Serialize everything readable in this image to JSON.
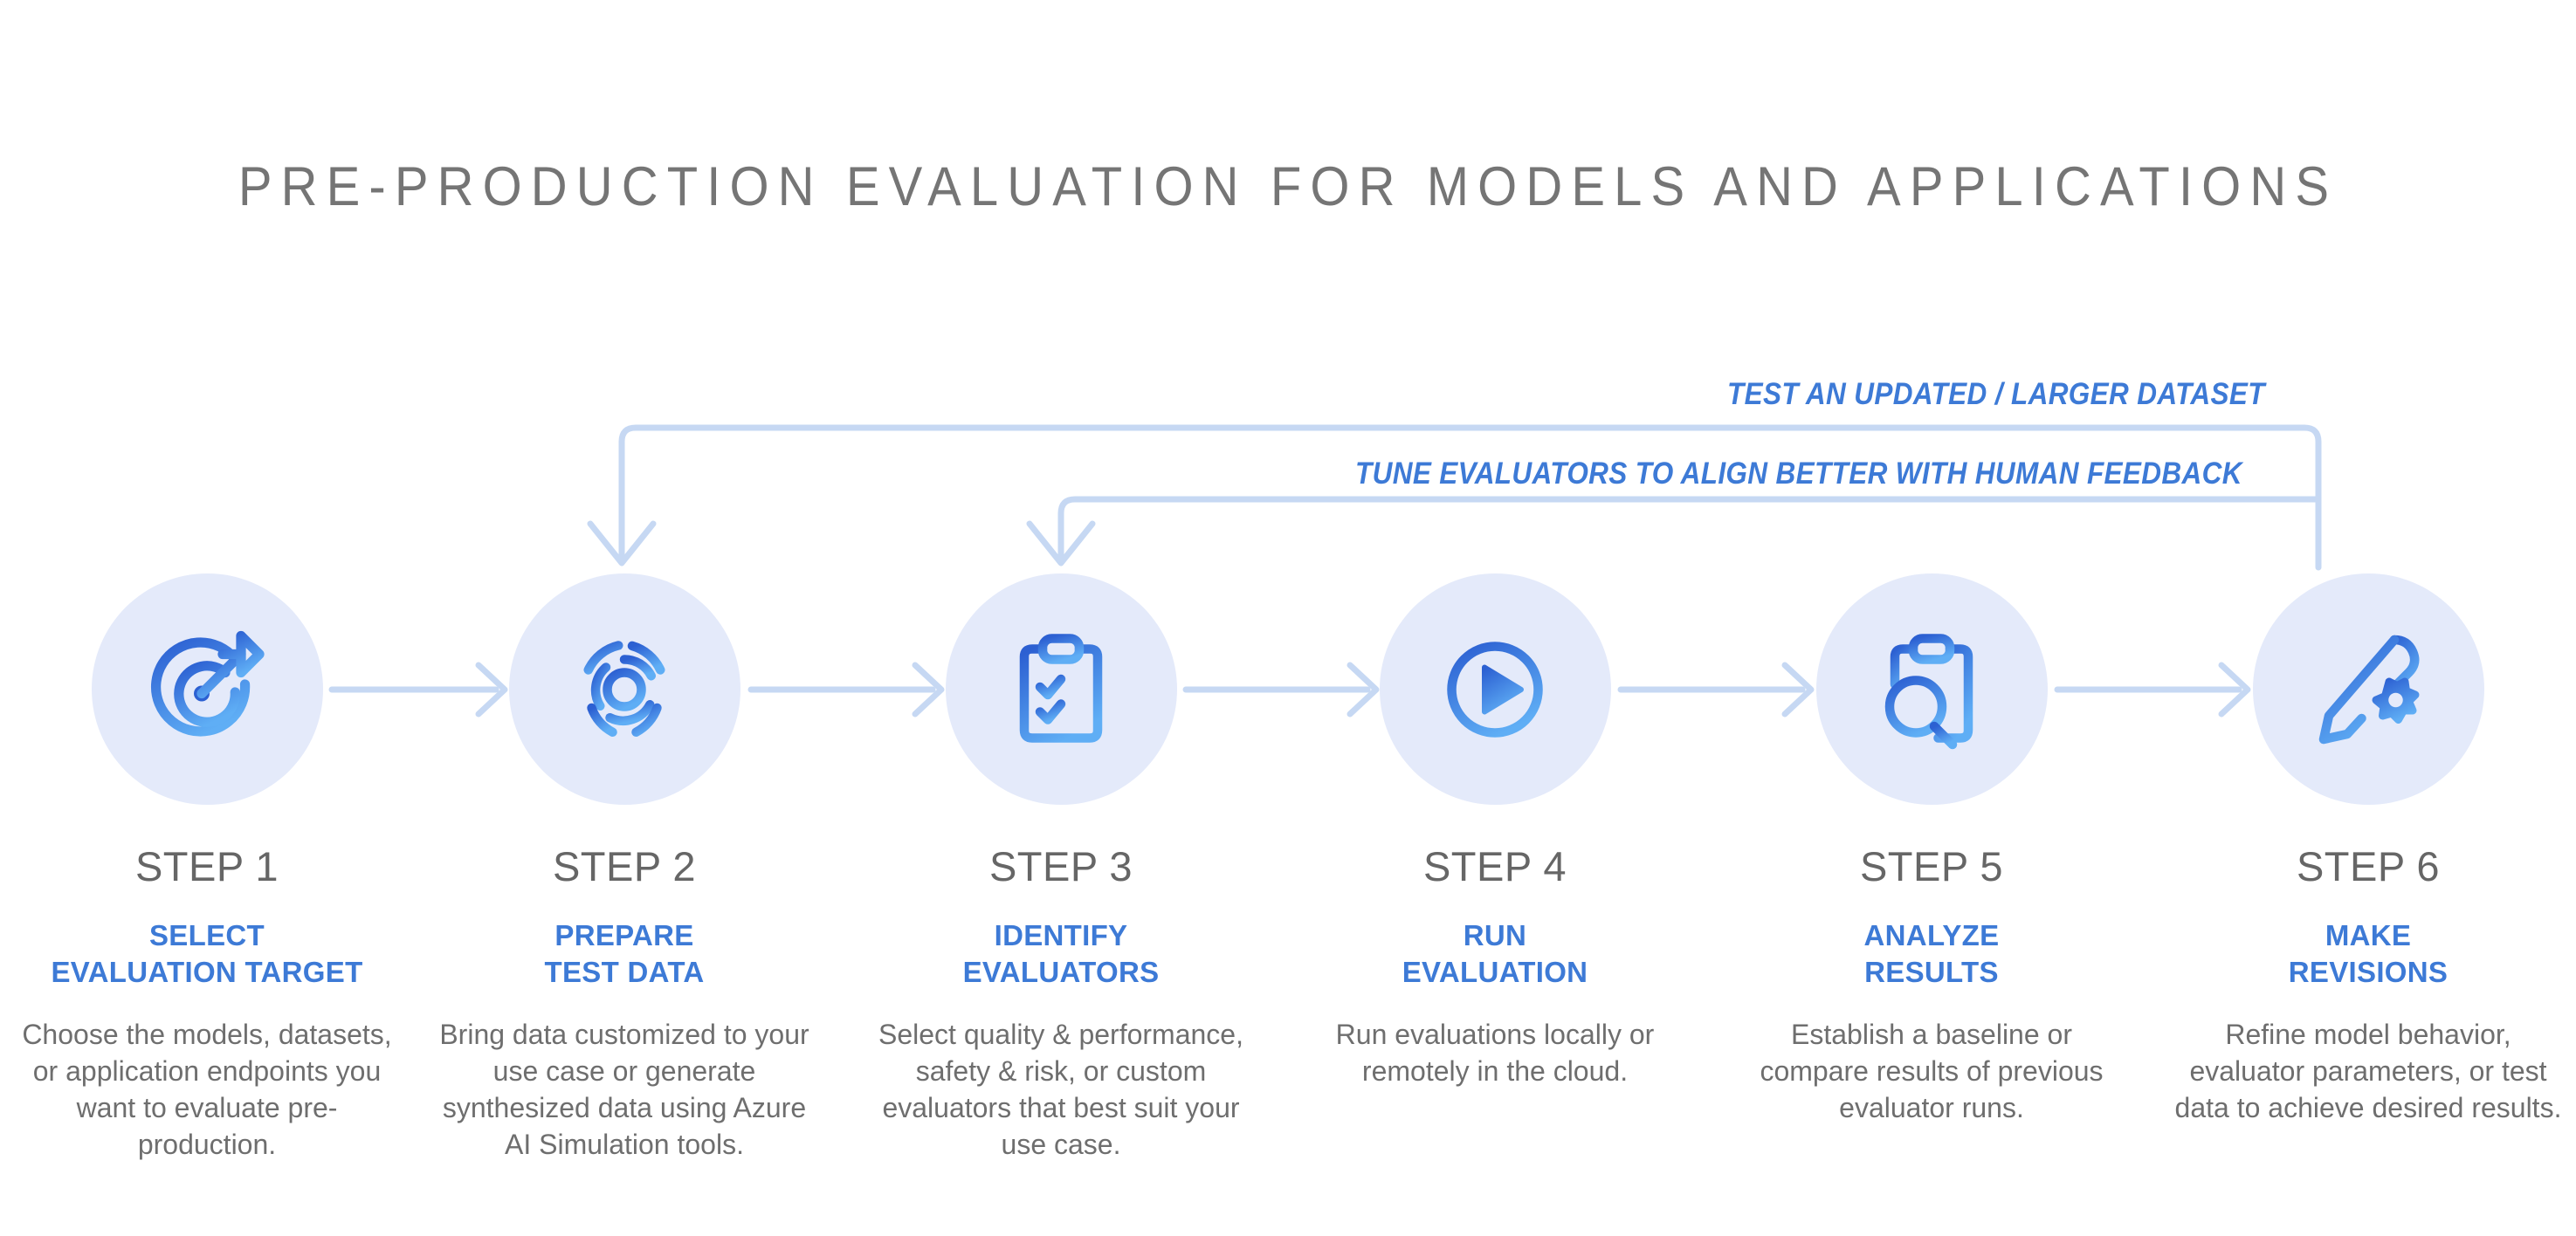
{
  "page": {
    "title": "PRE-PRODUCTION EVALUATION FOR MODELS AND APPLICATIONS",
    "background_color": "#FFFFFF",
    "title_color": "#757575",
    "accent_color": "#3D7AD6",
    "circle_fill": "#E4EAFA",
    "connector_color": "#C6D8F3",
    "icon_gradient_start": "#2B5FD0",
    "icon_gradient_end": "#5FAEF5",
    "body_text_color": "#6E6E6E",
    "step_number_color": "#666666"
  },
  "feedback_loops": [
    {
      "id": "loop-test-dataset",
      "label": "TEST AN UPDATED / LARGER DATASET",
      "from_step": "STEP 6",
      "to_step": "STEP 2"
    },
    {
      "id": "loop-tune-evaluators",
      "label": "TUNE EVALUATORS TO ALIGN BETTER WITH HUMAN FEEDBACK",
      "from_step": "STEP 6",
      "to_step": "STEP 3"
    }
  ],
  "steps": [
    {
      "number": "STEP 1",
      "heading_line1": "SELECT",
      "heading_line2": "EVALUATION TARGET",
      "description": "Choose the models, datasets, or application endpoints you want to evaluate pre-production.",
      "icon": "target-icon"
    },
    {
      "number": "STEP 2",
      "heading_line1": "PREPARE",
      "heading_line2": "TEST DATA",
      "description": "Bring data customized to your use case or generate synthesized data using Azure AI Simulation tools.",
      "icon": "radar-icon"
    },
    {
      "number": "STEP 3",
      "heading_line1": "IDENTIFY",
      "heading_line2": "EVALUATORS",
      "description": "Select quality & performance, safety & risk, or custom evaluators that best suit your use case.",
      "icon": "clipboard-check-icon"
    },
    {
      "number": "STEP 4",
      "heading_line1": "RUN",
      "heading_line2": "EVALUATION",
      "description": "Run evaluations locally or remotely in the cloud.",
      "icon": "play-circle-icon"
    },
    {
      "number": "STEP 5",
      "heading_line1": "ANALYZE",
      "heading_line2": "RESULTS",
      "description": "Establish a baseline or compare results of previous evaluator runs.",
      "icon": "clipboard-search-icon"
    },
    {
      "number": "STEP 6",
      "heading_line1": "MAKE",
      "heading_line2": "REVISIONS",
      "description": "Refine model behavior, evaluator parameters, or test data to achieve desired results.",
      "icon": "pencil-gear-icon"
    }
  ]
}
